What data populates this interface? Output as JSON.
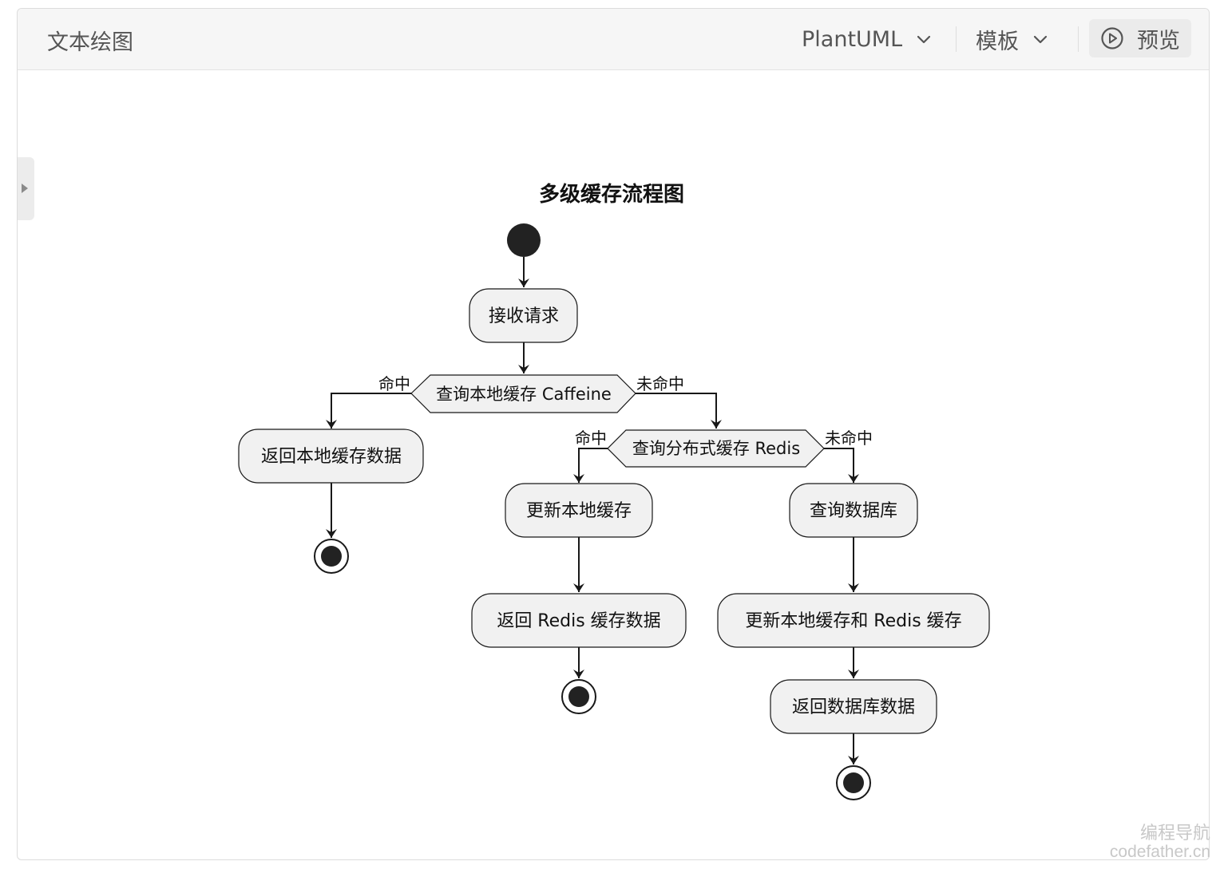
{
  "toolbar": {
    "title": "文本绘图",
    "language": "PlantUML",
    "template": "模板",
    "preview": "预览"
  },
  "diagram": {
    "title": "多级缓存流程图",
    "nodes": {
      "receive": "接收请求",
      "check_local": "查询本地缓存 Caffeine",
      "return_local": "返回本地缓存数据",
      "check_redis": "查询分布式缓存 Redis",
      "update_local": "更新本地缓存",
      "return_redis": "返回 Redis 缓存数据",
      "query_db": "查询数据库",
      "update_both": "更新本地缓存和 Redis 缓存",
      "return_db": "返回数据库数据"
    },
    "edges": {
      "local_hit": "命中",
      "local_miss": "未命中",
      "redis_hit": "命中",
      "redis_miss": "未命中"
    }
  },
  "watermark": {
    "line1": "编程导航",
    "line2": "codefather.cn"
  },
  "colors": {
    "toolbar_bg": "#f6f6f6",
    "node_fill": "#f1f1f1",
    "line": "#181818",
    "start_end": "#222222"
  },
  "icons": [
    "chevron-down-icon",
    "play-circle-icon",
    "caret-right-icon"
  ]
}
